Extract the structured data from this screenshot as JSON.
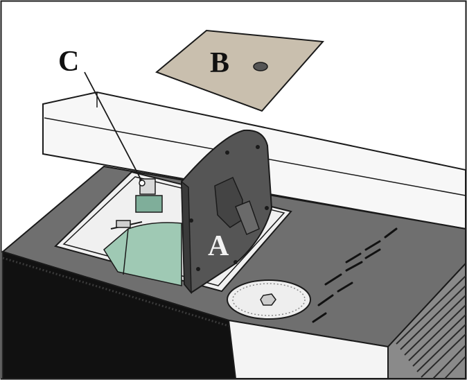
{
  "labels": {
    "a": "A",
    "b": "B",
    "c": "C"
  },
  "colors": {
    "outline": "#1a1a1a",
    "housing_top": "#6f6f6f",
    "housing_front": "#111111",
    "panel_white": "#f7f7f7",
    "lid_dark": "#555555",
    "cover_plate": "#c9bfae",
    "tank_green": "#9fc9b4"
  }
}
